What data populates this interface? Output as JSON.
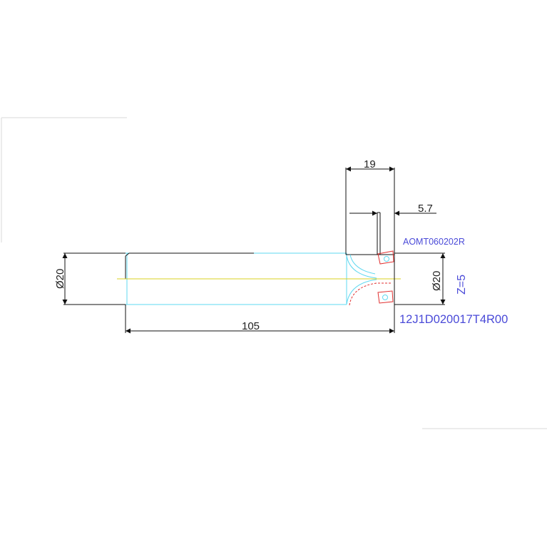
{
  "drawing": {
    "dimensions": {
      "shank_length": "105",
      "head_width": "19",
      "insert_offset": "5.7",
      "shank_diameter": "Ø20",
      "head_diameter": "Ø20"
    },
    "labels": {
      "insert_code": "AOMT060202R",
      "flute_count": "Z=5",
      "tool_code": "12J1D020017T4R00"
    },
    "colors": {
      "outline": "#111111",
      "shank": "#5fd8f0",
      "insert": "#e03030",
      "center_line": "#d8d020",
      "annotation": "#4a4ad8"
    }
  }
}
